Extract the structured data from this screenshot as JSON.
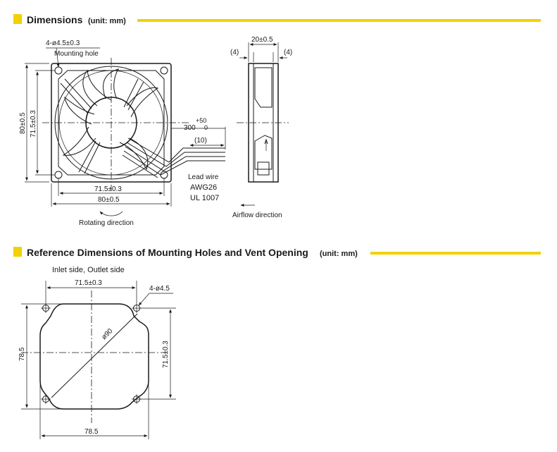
{
  "accent_color": "#f2d100",
  "section1": {
    "title": "Dimensions",
    "unit": "(unit: mm)",
    "labels": {
      "holes": "4-ø4.5±0.3",
      "mounting": "Mounting hole",
      "height_outer": "80±0.5",
      "height_inner": "71.5±0.3",
      "width_inner": "71.5±0.3",
      "width_outer": "80±0.5",
      "rotating": "Rotating direction",
      "tol_upper": "+50",
      "lead_len": "300",
      "tol_lower": "0",
      "strip": "(10)",
      "lead_wire": "Lead wire",
      "awg": "AWG26",
      "ul": "UL 1007",
      "depth": "20±0.5",
      "flange_left": "(4)",
      "flange_right": "(4)",
      "airflow": "Airflow direction"
    }
  },
  "section2": {
    "title": "Reference Dimensions of Mounting Holes and Vent Opening",
    "unit": "(unit: mm)",
    "labels": {
      "side": "Inlet side, Outlet side",
      "top_dim": "71.5±0.3",
      "holes": "4-ø4.5",
      "left_dim": "78.5",
      "right_dim": "71.5±0.3",
      "bottom_dim": "78.5",
      "diameter": "ø90"
    }
  }
}
